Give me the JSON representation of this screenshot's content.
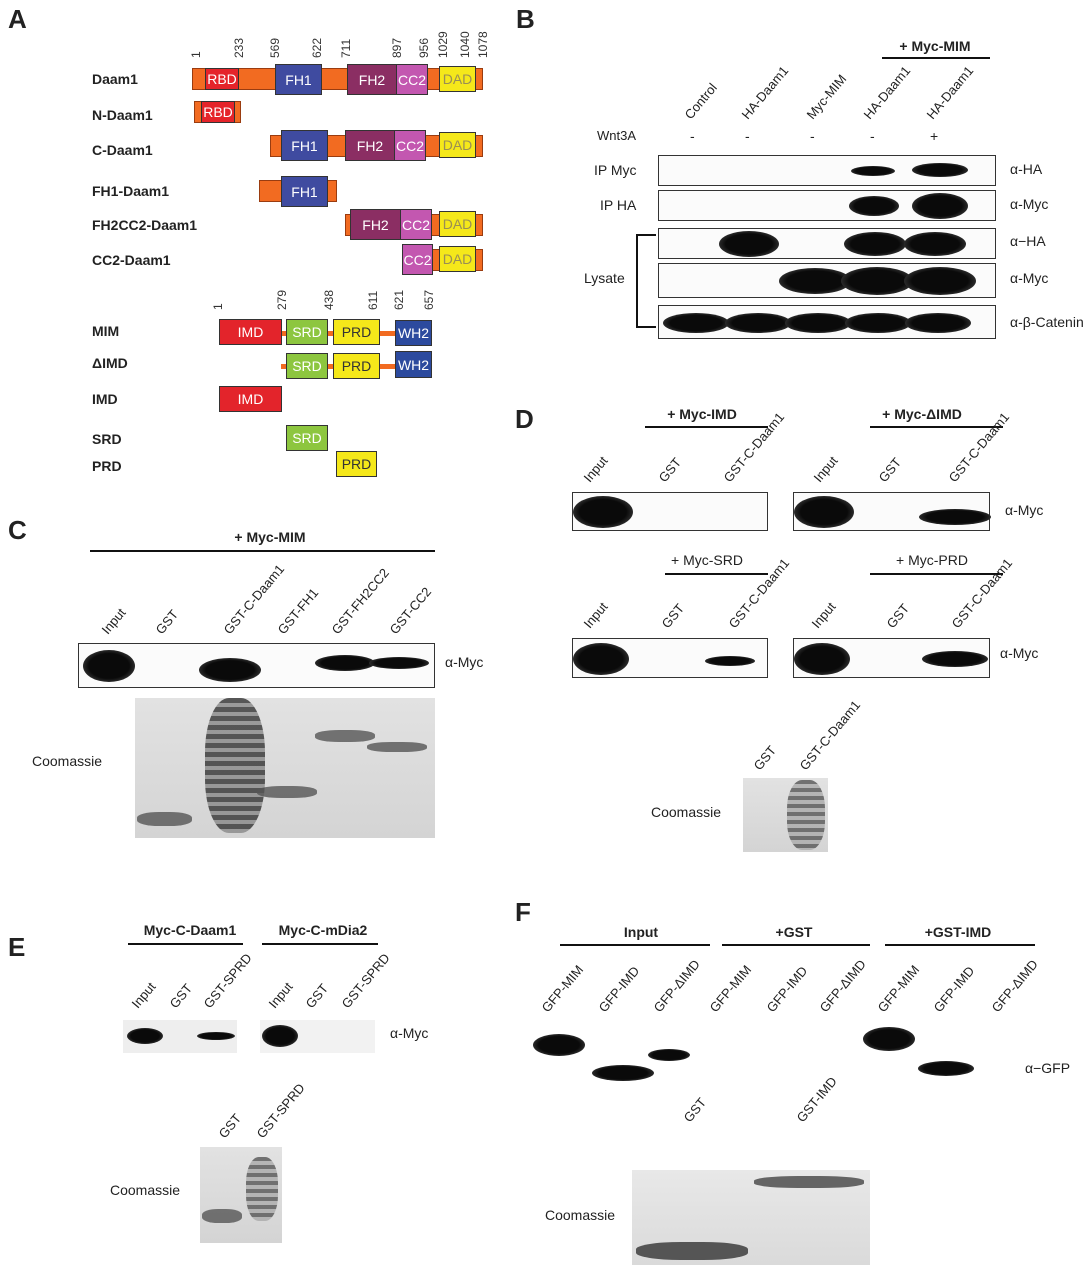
{
  "panel_labels": [
    "A",
    "B",
    "C",
    "D",
    "E",
    "F"
  ],
  "A": {
    "daam1_positions": [
      "1",
      "233",
      "569",
      "622",
      "711",
      "897",
      "956",
      "1029",
      "1040",
      "1078"
    ],
    "daam1_constructs": [
      "Daam1",
      "N-Daam1",
      "C-Daam1",
      "FH1-Daam1",
      "FH2CC2-Daam1",
      "CC2-Daam1"
    ],
    "domains": {
      "rbd": "RBD",
      "fh1": "FH1",
      "fh2": "FH2",
      "cc2": "CC2",
      "dad": "DAD",
      "imd": "IMD",
      "srd": "SRD",
      "prd": "PRD",
      "wh2": "WH2"
    },
    "mim_positions": [
      "1",
      "279",
      "438",
      "611",
      "621",
      "657"
    ],
    "mim_constructs": [
      "MIM",
      "ΔIMD",
      "IMD",
      "SRD",
      "PRD"
    ]
  },
  "B": {
    "header": "+ Myc-MIM",
    "lanes": [
      "Control",
      "HA-Daam1",
      "Myc-MIM",
      "HA-Daam1",
      "HA-Daam1"
    ],
    "wnt_label": "Wnt3A",
    "wnt": [
      "-",
      "-",
      "-",
      "-",
      "+"
    ],
    "rows": [
      "IP Myc",
      "IP HA",
      "Lysate"
    ],
    "antibodies": [
      "α-HA",
      "α-Myc",
      "α−HA",
      "α-Myc",
      "α-β-Catenin"
    ]
  },
  "C": {
    "header": "+ Myc-MIM",
    "lanes": [
      "Input",
      "GST",
      "GST-C-Daam1",
      "GST-FH1",
      "GST-FH2CC2",
      "GST-CC2"
    ],
    "antibody": "α-Myc",
    "stain": "Coomassie"
  },
  "D": {
    "headers": [
      "+ Myc-IMD",
      "+ Myc-ΔIMD",
      "+ Myc-SRD",
      "+ Myc-PRD"
    ],
    "lanes": [
      "Input",
      "GST",
      "GST-C-Daam1"
    ],
    "antibody": "α-Myc",
    "coomassie_lanes": [
      "GST",
      "GST-C-Daam1"
    ],
    "stain": "Coomassie"
  },
  "E": {
    "headers": [
      "Myc-C-Daam1",
      "Myc-C-mDia2"
    ],
    "lanes": [
      "Input",
      "GST",
      "GST-SPRD"
    ],
    "antibody": "α-Myc",
    "coomassie_lanes": [
      "GST",
      "GST-SPRD"
    ],
    "stain": "Coomassie"
  },
  "F": {
    "headers": [
      "Input",
      "+GST",
      "+GST-IMD"
    ],
    "lanes": [
      "GFP-MIM",
      "GFP-IMD",
      "GFP-ΔIMD"
    ],
    "antibody": "α−GFP",
    "coomassie_lanes": [
      "GST",
      "GST-IMD"
    ],
    "stain": "Coomassie"
  }
}
